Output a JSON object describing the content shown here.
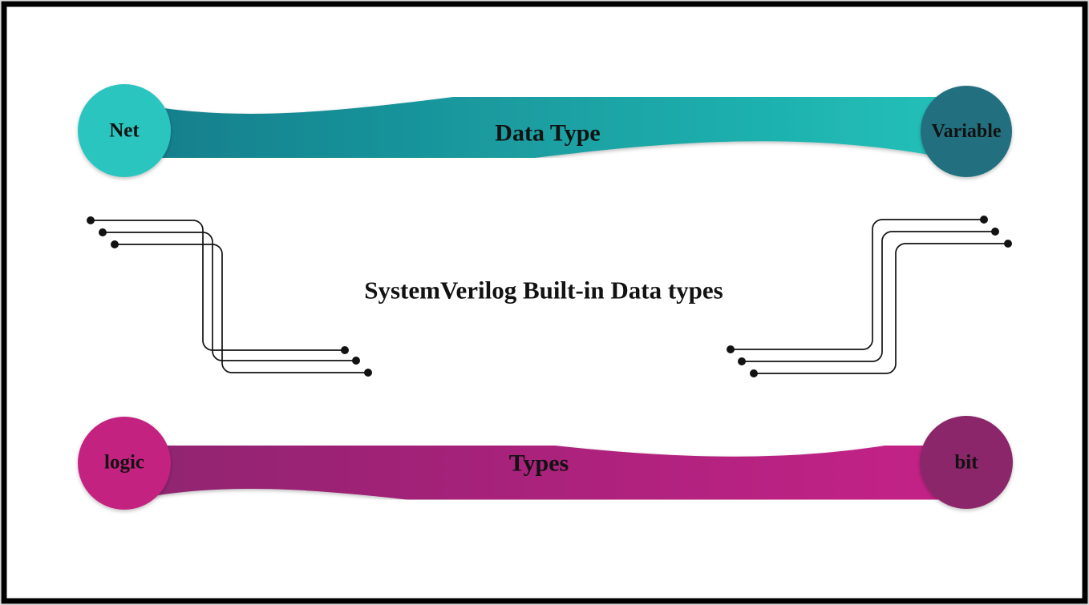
{
  "diagram": {
    "title": "SystemVerilog Built-in Data types",
    "text_color": "#121212",
    "frame": {
      "border_color": "#000000",
      "edge_color": "#d9d9d9"
    },
    "top_flow": {
      "left_node": "Net",
      "ribbon_label": "Data Type",
      "right_node": "Variable",
      "colors": {
        "left_node_fill": "#2bc5bf",
        "right_node_fill": "#21707f",
        "ribbon_left": "#147d8b",
        "ribbon_right": "#22c1b9"
      }
    },
    "bottom_flow": {
      "left_node": "logic",
      "ribbon_label": "Types",
      "right_node": "bit",
      "colors": {
        "left_node_fill": "#c32180",
        "right_node_fill": "#8a2769",
        "ribbon_left": "#8f2570",
        "ribbon_right": "#c52187"
      }
    },
    "connectors": {
      "line_color": "#121212",
      "left_lines": 3,
      "right_lines": 3
    }
  }
}
